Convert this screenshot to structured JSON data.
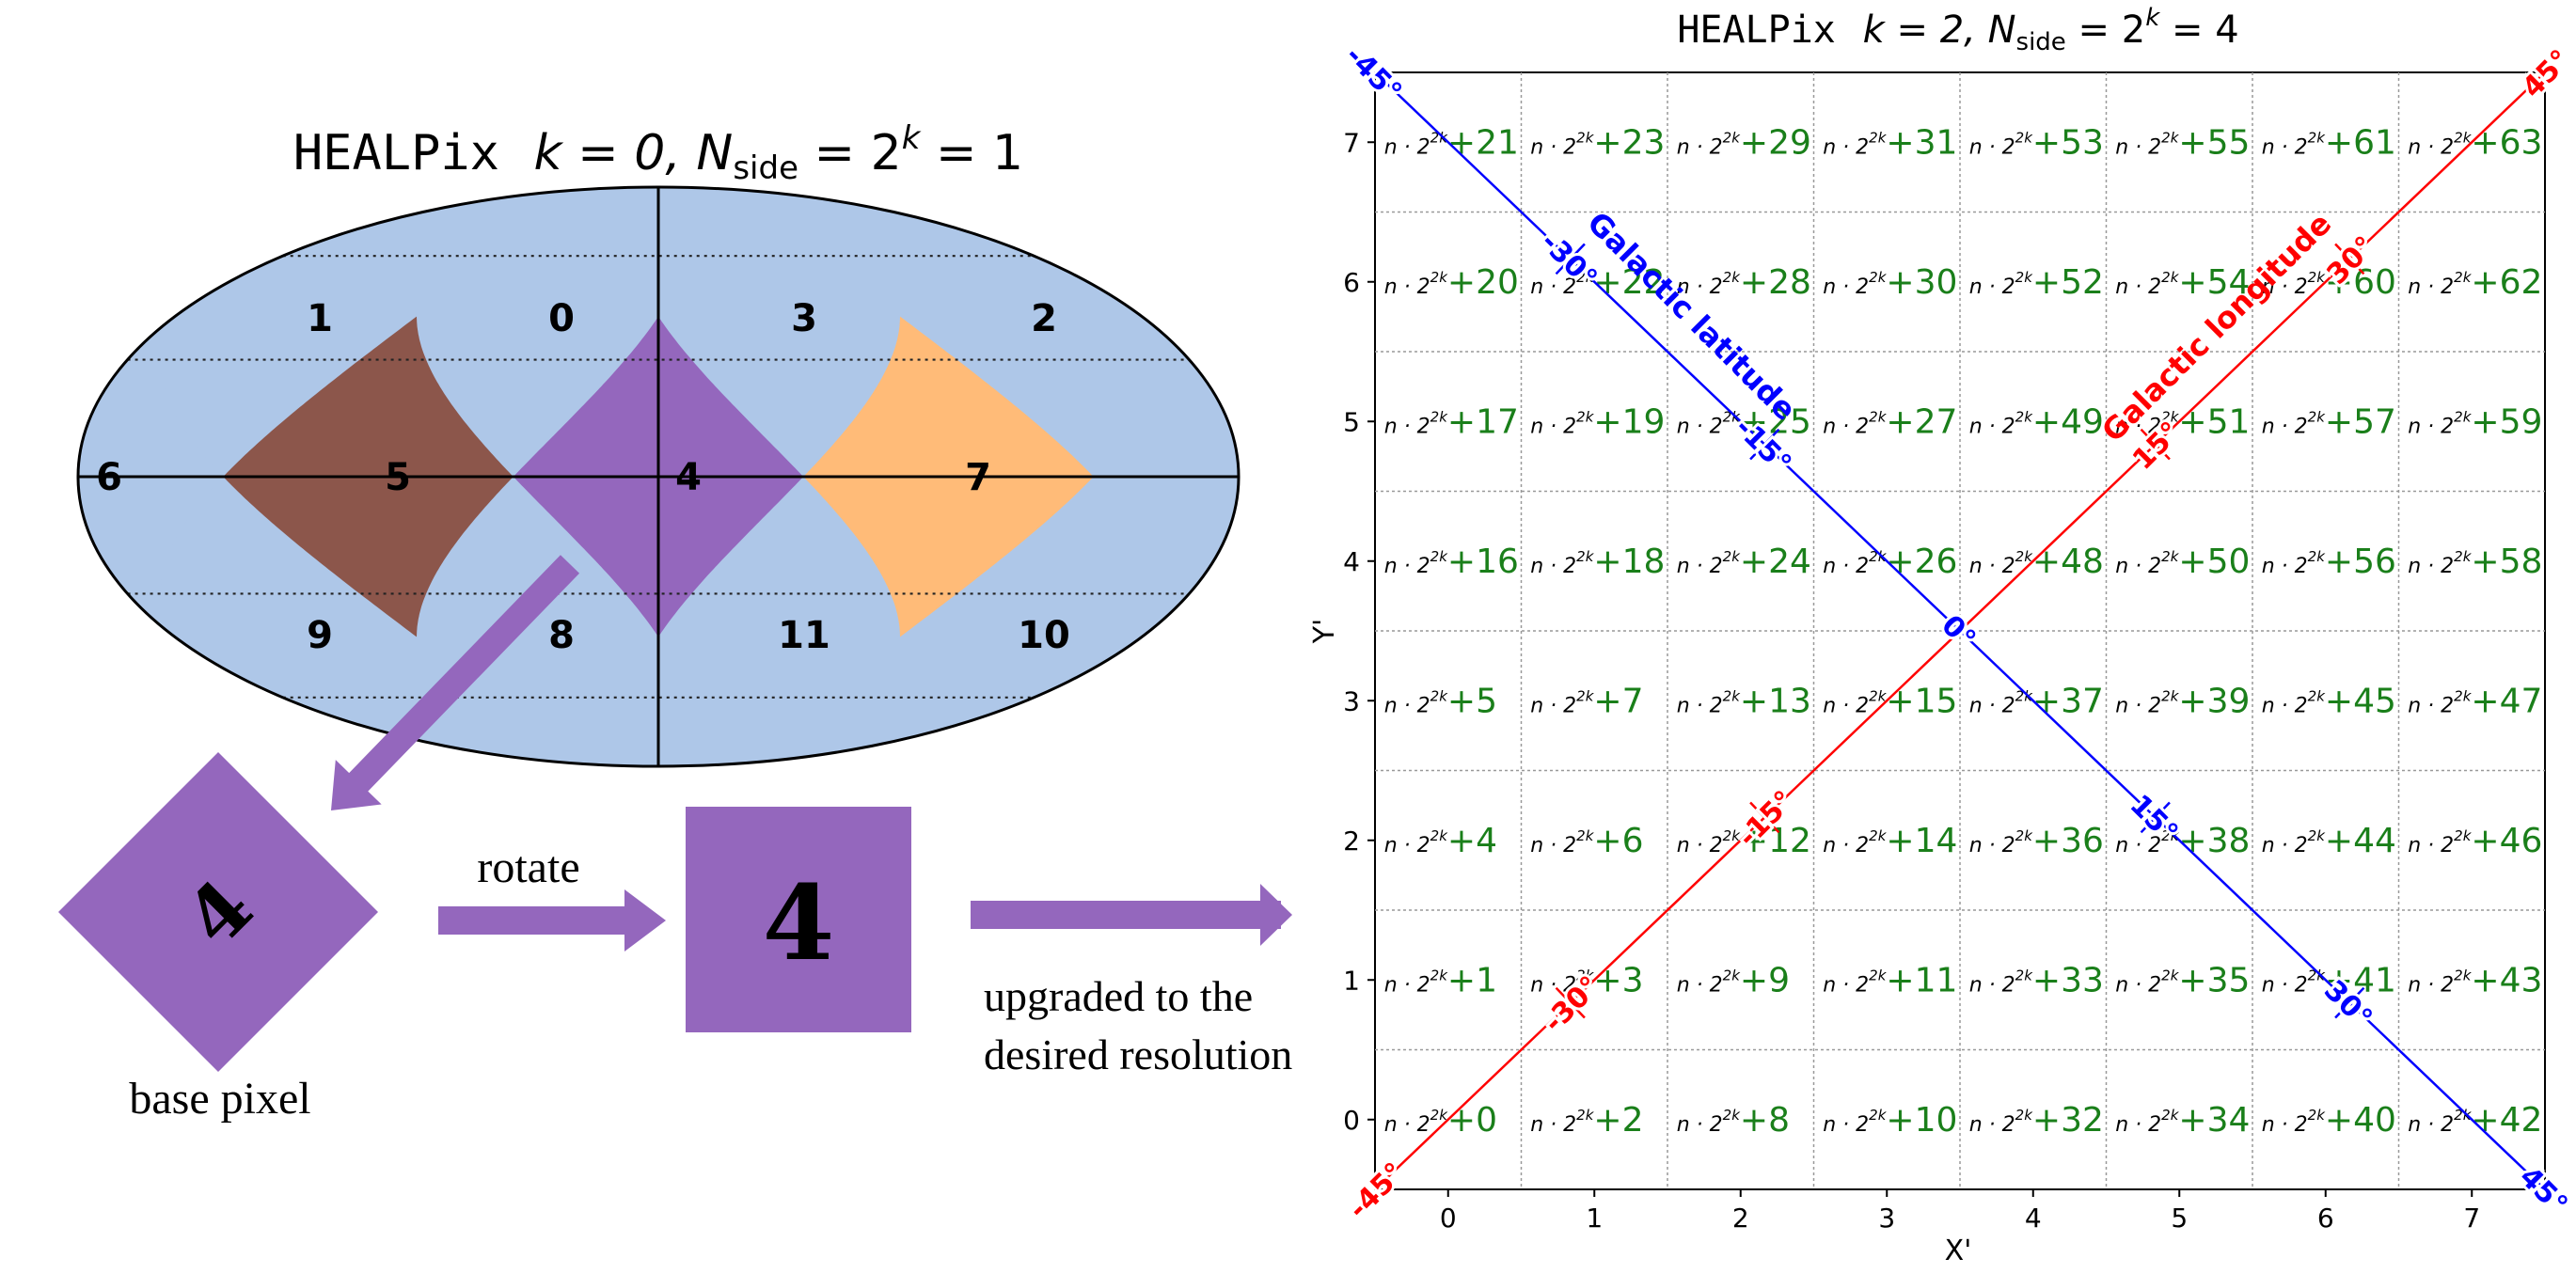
{
  "left_panel": {
    "title_prefix": "HEALPix",
    "title_math": "k = 0,  N",
    "title_sub": "side",
    "title_eq": " = 2",
    "title_sup": "k",
    "title_end": " = 1",
    "base_pixels": [
      {
        "id": "0",
        "color": "#1f77b4"
      },
      {
        "id": "1",
        "color": "#ff7f0e"
      },
      {
        "id": "2",
        "color": "#2ca02c"
      },
      {
        "id": "3",
        "color": "#d62728"
      },
      {
        "id": "4",
        "color": "#9467bd"
      },
      {
        "id": "5",
        "color": "#8c564b"
      },
      {
        "id": "6",
        "color": "#aec7e8"
      },
      {
        "id": "7",
        "color": "#ffbb78"
      },
      {
        "id": "8",
        "color": "#98df8a"
      },
      {
        "id": "9",
        "color": "#ff9896"
      },
      {
        "id": "10",
        "color": "#c5b0d5"
      },
      {
        "id": "11",
        "color": "#c49c94"
      }
    ],
    "base_pixel_label": "base pixel",
    "rotate_label": "rotate",
    "upgrade_label_1": "upgraded to the",
    "upgrade_label_2": "desired resolution",
    "pixel_glyph": "4",
    "accent_color": "#9467bd"
  },
  "right_panel": {
    "title_prefix": "HEALPix",
    "title_math": "k = 2,  N",
    "title_sub": "side",
    "title_eq": " = 2",
    "title_sup": "k",
    "title_end": " = 4",
    "xlabel": "X'",
    "ylabel": "Y'",
    "x_ticks": [
      "0",
      "1",
      "2",
      "3",
      "4",
      "5",
      "6",
      "7"
    ],
    "y_ticks": [
      "0",
      "1",
      "2",
      "3",
      "4",
      "5",
      "6",
      "7"
    ],
    "cell_prefix": "n · 2",
    "cell_prefix_sup": "2k",
    "cell_rows_top_to_bottom": [
      [
        "+21",
        "+23",
        "+29",
        "+31",
        "+53",
        "+55",
        "+61",
        "+63"
      ],
      [
        "+20",
        "+22",
        "+28",
        "+30",
        "+52",
        "+54",
        "+60",
        "+62"
      ],
      [
        "+17",
        "+19",
        "+25",
        "+27",
        "+49",
        "+51",
        "+57",
        "+59"
      ],
      [
        "+16",
        "+18",
        "+24",
        "+26",
        "+48",
        "+50",
        "+56",
        "+58"
      ],
      [
        "+5",
        "+7",
        "+13",
        "+15",
        "+37",
        "+39",
        "+45",
        "+47"
      ],
      [
        "+4",
        "+6",
        "+12",
        "+14",
        "+36",
        "+38",
        "+44",
        "+46"
      ],
      [
        "+1",
        "+3",
        "+9",
        "+11",
        "+33",
        "+35",
        "+41",
        "+43"
      ],
      [
        "+0",
        "+2",
        "+8",
        "+10",
        "+32",
        "+34",
        "+40",
        "+42"
      ]
    ],
    "lat_label": "Galactic latitude",
    "lon_label": "Galactic longitude",
    "lat_ticks": [
      "-45°",
      "-30°",
      "-15°",
      "0°",
      "15°",
      "30°",
      "45°"
    ],
    "lon_ticks": [
      "-45°",
      "-30°",
      "-15°",
      "15°",
      "30°",
      "45°"
    ],
    "lat_color": "#0000ff",
    "lon_color": "#ff0000",
    "value_color": "#1a7f1a"
  }
}
